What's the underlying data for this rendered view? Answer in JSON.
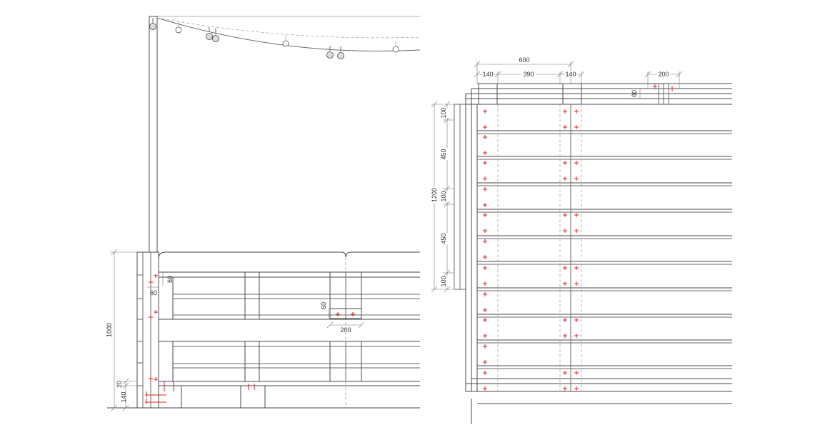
{
  "palette": {
    "line": "#4a4a4a",
    "marker": "#e0202a",
    "dimension": "#7a7a7a",
    "background": "#ffffff"
  },
  "elevation": {
    "dimensions": {
      "height": "1000",
      "plank_gap": "20",
      "pallet_block": "140",
      "top_60": "60",
      "side_60": "60",
      "cleat_60": "60",
      "cleat_200": "200"
    }
  },
  "plan": {
    "top_dimensions": {
      "total": "600",
      "left": "140",
      "middle": "390",
      "right": "140",
      "detail": "200",
      "detail_60": "60"
    },
    "side_dimensions": {
      "total": "1200",
      "seg_1": "100",
      "seg_2": "450",
      "seg_3": "100",
      "seg_4": "450",
      "seg_5": "100"
    }
  }
}
